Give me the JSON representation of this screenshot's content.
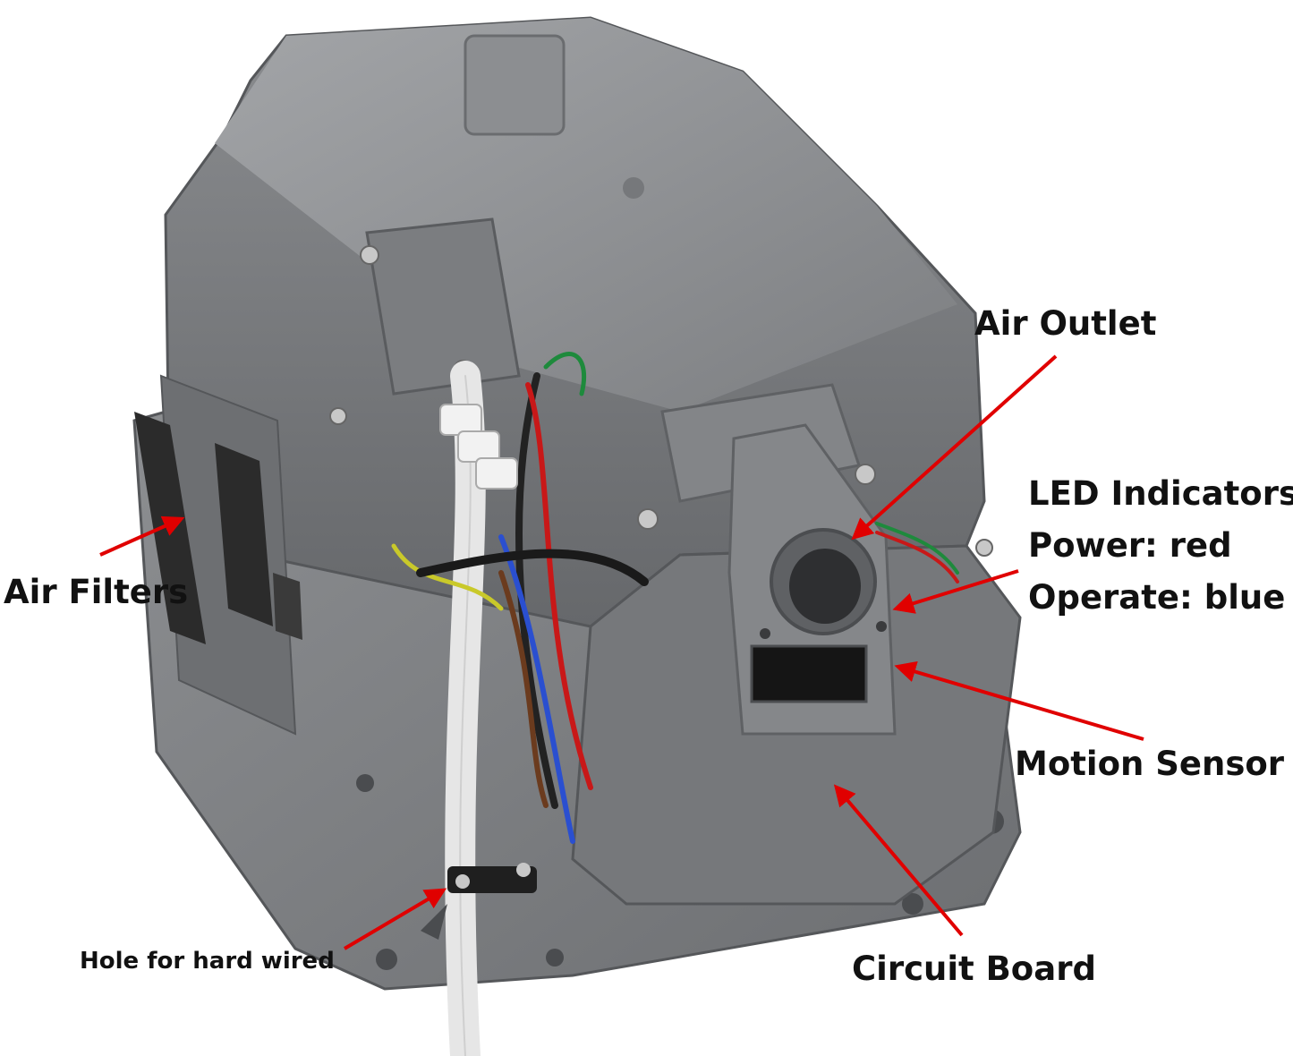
{
  "labels": {
    "air_outlet": "Air Outlet",
    "led_indicators": "LED Indicators",
    "led_power": "Power: red",
    "led_operate": "Operate: blue",
    "air_filters": "Air Filters",
    "motion_sensor": "Motion Sensor",
    "circuit_board": "Circuit Board",
    "hole_hard_wired": "Hole for hard wired"
  },
  "colors": {
    "arrow": "#e00000",
    "housing": "#7f8184",
    "housing_dark": "#5f6164",
    "housing_light": "#9a9c9f",
    "text": "#111111"
  }
}
